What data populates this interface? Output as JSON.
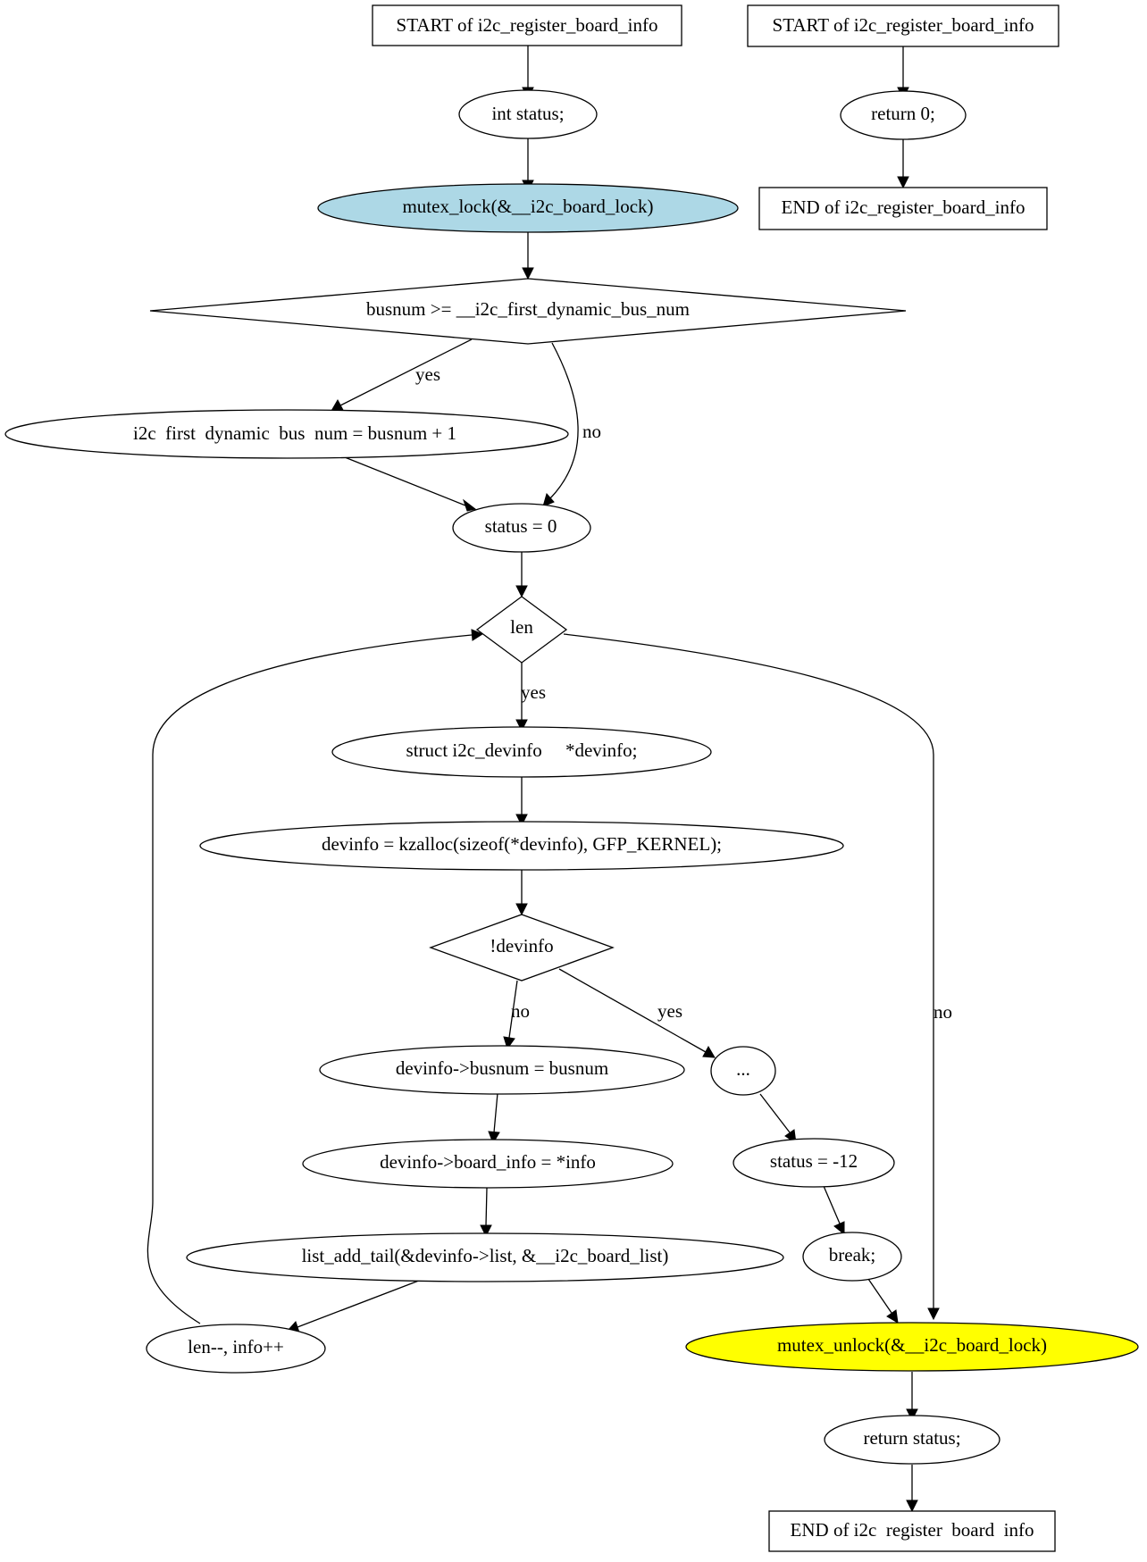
{
  "nodes": {
    "start_main": "START of i2c_register_board_info",
    "int_status": "int status;",
    "mutex_lock": "mutex_lock(&__i2c_board_lock)",
    "busnum_cond": "busnum >= __i2c_first_dynamic_bus_num",
    "first_dyn": "i2c  first  dynamic  bus  num = busnum + 1",
    "status_zero": "status = 0",
    "len_cond": "len",
    "struct_devinfo": "struct i2c_devinfo     *devinfo;",
    "kzalloc": "devinfo = kzalloc(sizeof(*devinfo), GFP_KERNEL);",
    "not_devinfo": "!devinfo",
    "set_busnum": "devinfo->busnum = busnum",
    "set_board_info": "devinfo->board_info = *info",
    "list_add": "list_add_tail(&devinfo->list, &__i2c_board_list)",
    "len_dec": "len--, info++",
    "ellipsis": "...",
    "status_neg": "status = -12",
    "break_stmt": "break;",
    "mutex_unlock": "mutex_unlock(&__i2c_board_lock)",
    "return_status": "return status;",
    "end_main": "END of i2c  register  board  info",
    "start_stub": "START of i2c_register_board_info",
    "return_zero": "return 0;",
    "end_stub": "END of i2c_register_board_info"
  },
  "edge_labels": {
    "busnum_yes": "yes",
    "busnum_no": "no",
    "len_yes": "yes",
    "len_no": "no",
    "devinfo_no": "no",
    "devinfo_yes": "yes"
  },
  "colors": {
    "mutex_lock_fill": "#add8e6",
    "mutex_unlock_fill": "#ffff00",
    "default_fill": "#ffffff"
  }
}
